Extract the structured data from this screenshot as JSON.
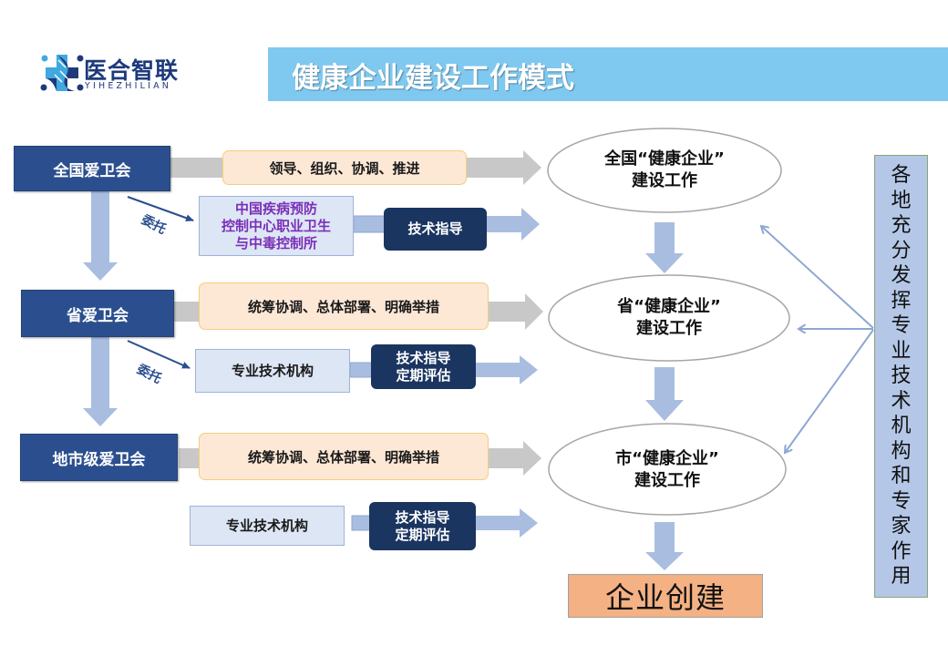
{
  "logo": {
    "name": "医合智联",
    "pinyin": "YIHEZHILIAN",
    "colors": {
      "dark": "#1e3a7b",
      "light": "#3fa9e0"
    }
  },
  "title": "健康企业建设工作模式",
  "levels": [
    {
      "org": "全国爱卫会",
      "task": "领导、组织、协调、推进",
      "entrust_label": "委托",
      "institution": "中国疾病预防\n控制中心职业卫生\n与中毒控制所",
      "institution_lines": [
        "中国疾病预防",
        "控制中心职业卫生",
        "与中毒控制所"
      ],
      "guidance_lines": [
        "技术指导"
      ]
    },
    {
      "org": "省爱卫会",
      "task": "统筹协调、总体部署、明确举措",
      "entrust_label": "委托",
      "institution_lines": [
        "专业技术机构"
      ],
      "guidance_lines": [
        "技术指导",
        "定期评估"
      ]
    },
    {
      "org": "地市级爱卫会",
      "task": "统筹协调、总体部署、明确举措",
      "institution_lines": [
        "专业技术机构"
      ],
      "guidance_lines": [
        "技术指导",
        "定期评估"
      ]
    }
  ],
  "work_ellipses": [
    {
      "line1": "全国“健康企业”",
      "line2": "建设工作"
    },
    {
      "line1": "省“健康企业”",
      "line2": "建设工作"
    },
    {
      "line1": "市“健康企业”",
      "line2": "建设工作"
    }
  ],
  "result": "企业创建",
  "side_note": "各地充分发挥专业技术机构和专家作用",
  "colors": {
    "title_bar": "#7fc8f0",
    "org_box": "#2b4f8e",
    "task_box": "#fde8d6",
    "task_border": "#f2cf7a",
    "institution_box": "#dde6f5",
    "guidance_box": "#1b3561",
    "arrow_gray": "#c8c8c8",
    "arrow_blue": "#a9bde0",
    "result_box": "#f4b183",
    "side_box": "#b4c7e7",
    "institution_purple_text": "#7b2fb8"
  }
}
